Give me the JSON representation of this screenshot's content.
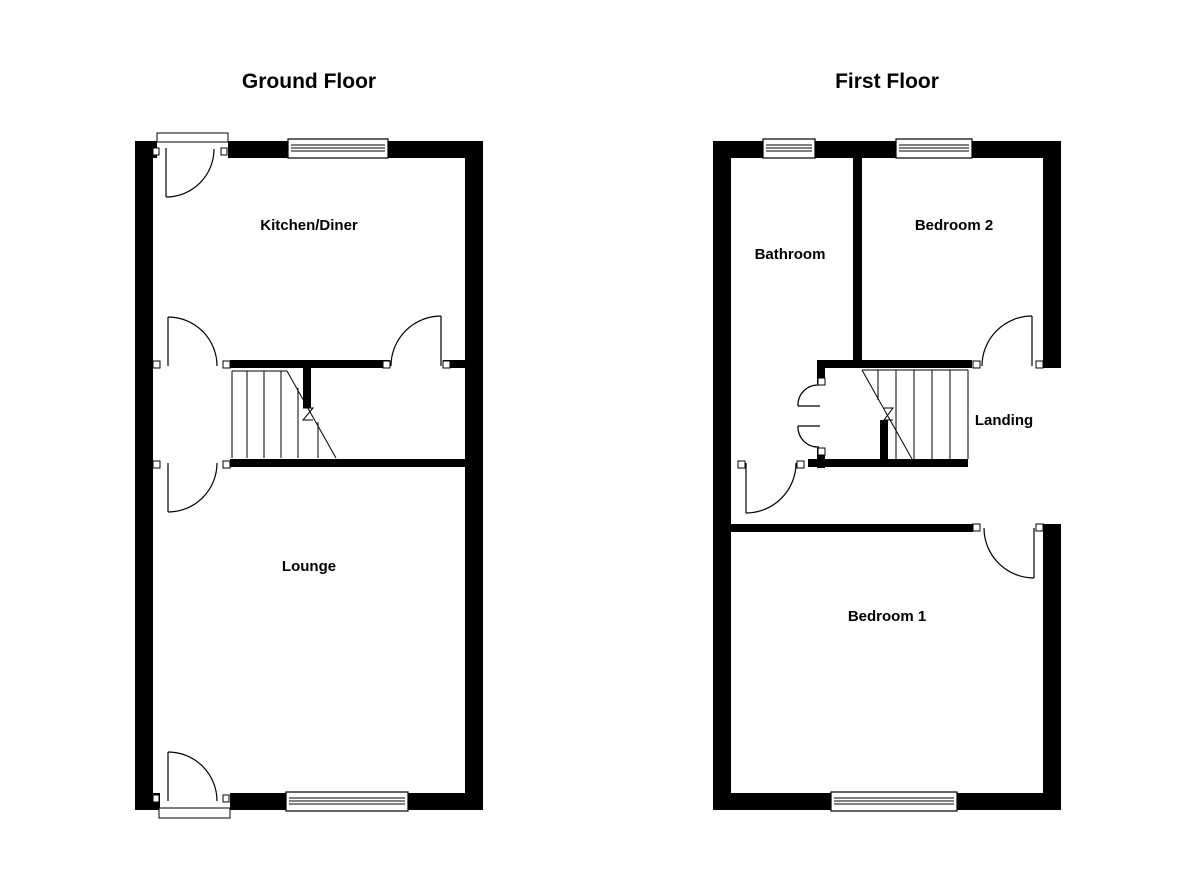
{
  "floors": {
    "ground": {
      "title": "Ground Floor",
      "rooms": {
        "kitchen": "Kitchen/Diner",
        "lounge": "Lounge"
      }
    },
    "first": {
      "title": "First Floor",
      "rooms": {
        "bathroom": "Bathroom",
        "bedroom2": "Bedroom 2",
        "landing": "Landing",
        "bedroom1": "Bedroom 1"
      }
    }
  },
  "colors": {
    "wall": "#000000",
    "background": "#ffffff"
  }
}
